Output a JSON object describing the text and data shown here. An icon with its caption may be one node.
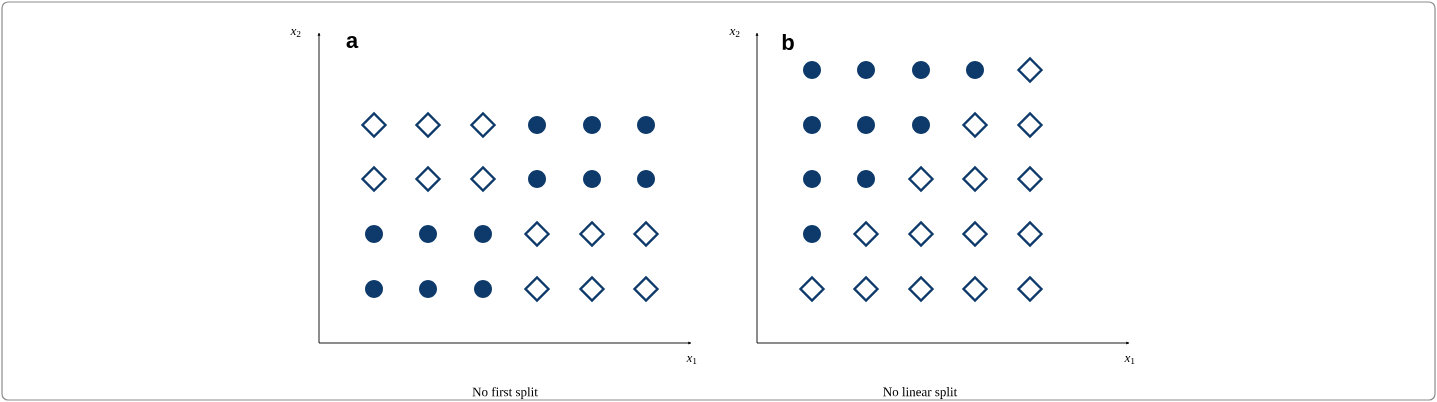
{
  "diagram": {
    "nodes": [
      {
        "text": [],
        "shape": "diamond"
      },
      {
        "text": [],
        "shape": "diamond"
      },
      {
        "text": [],
        "shape": "diamond"
      },
      {
        "text": [],
        "shape": "circle"
      },
      {
        "text": [],
        "shape": "circle"
      },
      {
        "text": [],
        "shape": "circle"
      },
      {
        "text": [],
        "shape": "diamond"
      },
      {
        "text": [],
        "shape": "diamond"
      },
      {
        "text": [],
        "shape": "diamond"
      },
      {
        "text": [],
        "shape": "circle"
      },
      {
        "text": [],
        "shape": "circle"
      },
      {
        "text": [],
        "shape": "circle"
      },
      {
        "text": [],
        "shape": "circle"
      },
      {
        "text": [],
        "shape": "circle"
      },
      {
        "text": [],
        "shape": "circle"
      },
      {
        "text": [],
        "shape": "diamond"
      },
      {
        "text": [],
        "shape": "diamond"
      },
      {
        "text": [],
        "shape": "diamond"
      },
      {
        "text": [],
        "shape": "circle"
      },
      {
        "text": [],
        "shape": "circle"
      },
      {
        "text": [],
        "shape": "circle"
      },
      {
        "text": [],
        "shape": "diamond"
      },
      {
        "text": [],
        "shape": "diamond"
      },
      {
        "text": [],
        "shape": "diamond"
      },
      {
        "text": [],
        "shape": "circle"
      },
      {
        "text": [],
        "shape": "circle"
      },
      {
        "text": [],
        "shape": "circle"
      },
      {
        "text": [],
        "shape": "circle"
      },
      {
        "text": [],
        "shape": "diamond"
      },
      {
        "text": [],
        "shape": "circle"
      },
      {
        "text": [],
        "shape": "circle"
      },
      {
        "text": [],
        "shape": "circle"
      },
      {
        "text": [],
        "shape": "diamond"
      },
      {
        "text": [],
        "shape": "diamond"
      },
      {
        "text": [],
        "shape": "circle"
      },
      {
        "text": [],
        "shape": "circle"
      },
      {
        "text": [],
        "shape": "diamond"
      },
      {
        "text": [],
        "shape": "diamond"
      },
      {
        "text": [],
        "shape": "diamond"
      },
      {
        "text": [],
        "shape": "circle"
      },
      {
        "text": [],
        "shape": "diamond"
      },
      {
        "text": [],
        "shape": "diamond"
      },
      {
        "text": [],
        "shape": "diamond"
      },
      {
        "text": [],
        "shape": "diamond"
      },
      {
        "text": [],
        "shape": "diamond"
      },
      {
        "text": [],
        "shape": "diamond"
      },
      {
        "text": [],
        "shape": "diamond"
      },
      {
        "text": [],
        "shape": "diamond"
      },
      {
        "text": [],
        "shape": "diamond"
      }
    ],
    "labels": [
      "*x*$_{2}$",
      "a",
      "*x*$_{1}$",
      "No first split",
      "*x*$_{2}$",
      "b",
      "*x*$_{1}$",
      "No linear split"
    ]
  }
}
